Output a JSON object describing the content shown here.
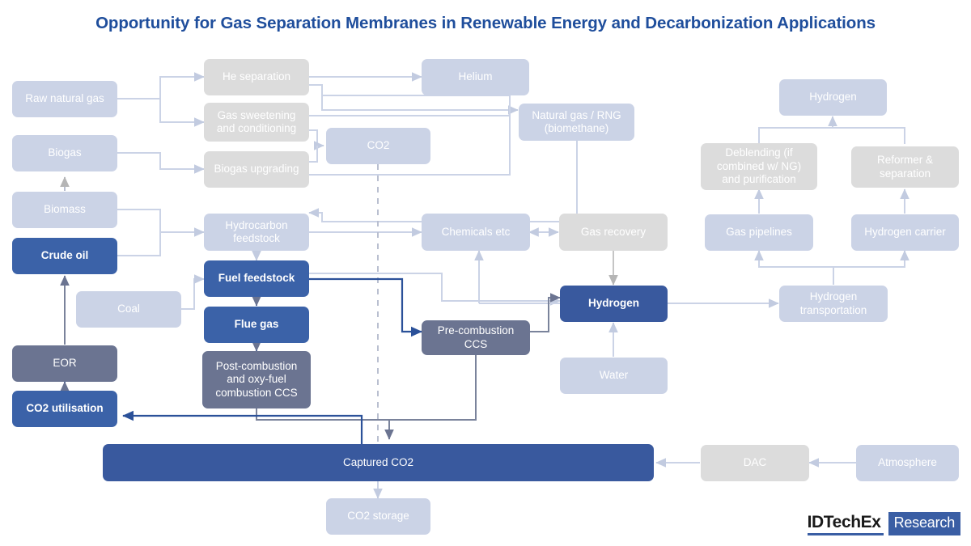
{
  "title": "Opportunity for Gas Separation Membranes in Renewable Energy and Decarbonization Applications",
  "colors": {
    "title": "#1F4E9C",
    "light_blue_box": "#CBD3E6",
    "light_gray_box": "#DCDCDC",
    "slate_box": "#6B7491",
    "mid_blue_box": "#3B62A8",
    "deep_blue_box": "#39599E",
    "light_connector": "#CBD3E6",
    "gray_connector": "#B9B9B9",
    "dark_connector": "#6B7491",
    "blue_connector": "#2B5199",
    "dashed_divider": "#B9BFD0"
  },
  "logo": {
    "brand": "IDTechEx",
    "suffix": "Research"
  },
  "nodes": [
    {
      "id": "raw-natural-gas",
      "label": "Raw natural gas",
      "style": "light-blue"
    },
    {
      "id": "biogas",
      "label": "Biogas",
      "style": "light-blue"
    },
    {
      "id": "biomass",
      "label": "Biomass",
      "style": "light-blue"
    },
    {
      "id": "crude-oil",
      "label": "Crude oil",
      "style": "mid-blue"
    },
    {
      "id": "coal",
      "label": "Coal",
      "style": "light-blue"
    },
    {
      "id": "eor",
      "label": "EOR",
      "style": "slate"
    },
    {
      "id": "co2-utilisation",
      "label": "CO2 utilisation",
      "style": "mid-blue"
    },
    {
      "id": "he-separation",
      "label": "He separation",
      "style": "light-gray"
    },
    {
      "id": "gas-sweetening",
      "label": "Gas sweetening and conditioning",
      "style": "light-gray"
    },
    {
      "id": "biogas-upgrading",
      "label": "Biogas upgrading",
      "style": "light-gray"
    },
    {
      "id": "hydrocarbon-feedstock",
      "label": "Hydrocarbon feedstock",
      "style": "light-blue"
    },
    {
      "id": "fuel-feedstock",
      "label": "Fuel feedstock",
      "style": "mid-blue"
    },
    {
      "id": "flue-gas",
      "label": "Flue gas",
      "style": "mid-blue"
    },
    {
      "id": "post-combustion-ccs",
      "label": "Post-combustion and oxy-fuel combustion CCS",
      "style": "slate"
    },
    {
      "id": "co2",
      "label": "CO2",
      "style": "light-blue"
    },
    {
      "id": "helium",
      "label": "Helium",
      "style": "light-blue"
    },
    {
      "id": "natural-gas-rng",
      "label": "Natural gas / RNG (biomethane)",
      "style": "light-blue"
    },
    {
      "id": "chemicals-etc",
      "label": "Chemicals etc",
      "style": "light-blue"
    },
    {
      "id": "pre-combustion-ccs",
      "label": "Pre-combustion CCS",
      "style": "slate"
    },
    {
      "id": "gas-recovery",
      "label": "Gas recovery",
      "style": "light-gray"
    },
    {
      "id": "hydrogen-main",
      "label": "Hydrogen",
      "style": "deep-blue"
    },
    {
      "id": "water",
      "label": "Water",
      "style": "light-blue"
    },
    {
      "id": "hydrogen-top",
      "label": "Hydrogen",
      "style": "light-blue"
    },
    {
      "id": "deblending",
      "label": "Deblending (if combined w/ NG) and purification",
      "style": "light-gray"
    },
    {
      "id": "reformer-separation",
      "label": "Reformer & separation",
      "style": "light-gray"
    },
    {
      "id": "gas-pipelines",
      "label": "Gas pipelines",
      "style": "light-blue"
    },
    {
      "id": "hydrogen-carrier",
      "label": "Hydrogen carrier",
      "style": "light-blue"
    },
    {
      "id": "hydrogen-transport",
      "label": "Hydrogen transportation",
      "style": "light-blue"
    },
    {
      "id": "captured-co2",
      "label": "Captured CO2",
      "style": "deep-blue"
    },
    {
      "id": "co2-storage",
      "label": "CO2 storage",
      "style": "light-blue"
    },
    {
      "id": "dac",
      "label": "DAC",
      "style": "light-gray"
    },
    {
      "id": "atmosphere",
      "label": "Atmosphere",
      "style": "light-blue"
    }
  ],
  "node_labels": {
    "raw_natural_gas": "Raw natural gas",
    "biogas": "Biogas",
    "biomass": "Biomass",
    "crude_oil": "Crude oil",
    "coal": "Coal",
    "eor": "EOR",
    "co2_utilisation": "CO2 utilisation",
    "he_separation": "He separation",
    "gas_sweetening_l1": "Gas sweetening",
    "gas_sweetening_l2": "and conditioning",
    "biogas_upgrading": "Biogas upgrading",
    "hydrocarbon_l1": "Hydrocarbon",
    "hydrocarbon_l2": "feedstock",
    "fuel_feedstock": "Fuel feedstock",
    "flue_gas": "Flue gas",
    "post_combustion_l1": "Post-combustion",
    "post_combustion_l2": "and oxy-fuel",
    "post_combustion_l3": "combustion CCS",
    "co2": "CO2",
    "helium": "Helium",
    "natural_gas_l1": "Natural gas / RNG",
    "natural_gas_l2": "(biomethane)",
    "chemicals_etc": "Chemicals etc",
    "pre_combustion_l1": "Pre-combustion",
    "pre_combustion_l2": "CCS",
    "gas_recovery": "Gas recovery",
    "hydrogen_main": "Hydrogen",
    "water": "Water",
    "hydrogen_top": "Hydrogen",
    "deblending_l1": "Deblending (if",
    "deblending_l2": "combined w/ NG)",
    "deblending_l3": "and purification",
    "reformer_l1": "Reformer &",
    "reformer_l2": "separation",
    "gas_pipelines": "Gas pipelines",
    "hydrogen_carrier": "Hydrogen carrier",
    "hydrogen_transport_l1": "Hydrogen",
    "hydrogen_transport_l2": "transportation",
    "captured_co2": "Captured CO2",
    "co2_storage": "CO2 storage",
    "dac": "DAC",
    "atmosphere": "Atmosphere"
  }
}
